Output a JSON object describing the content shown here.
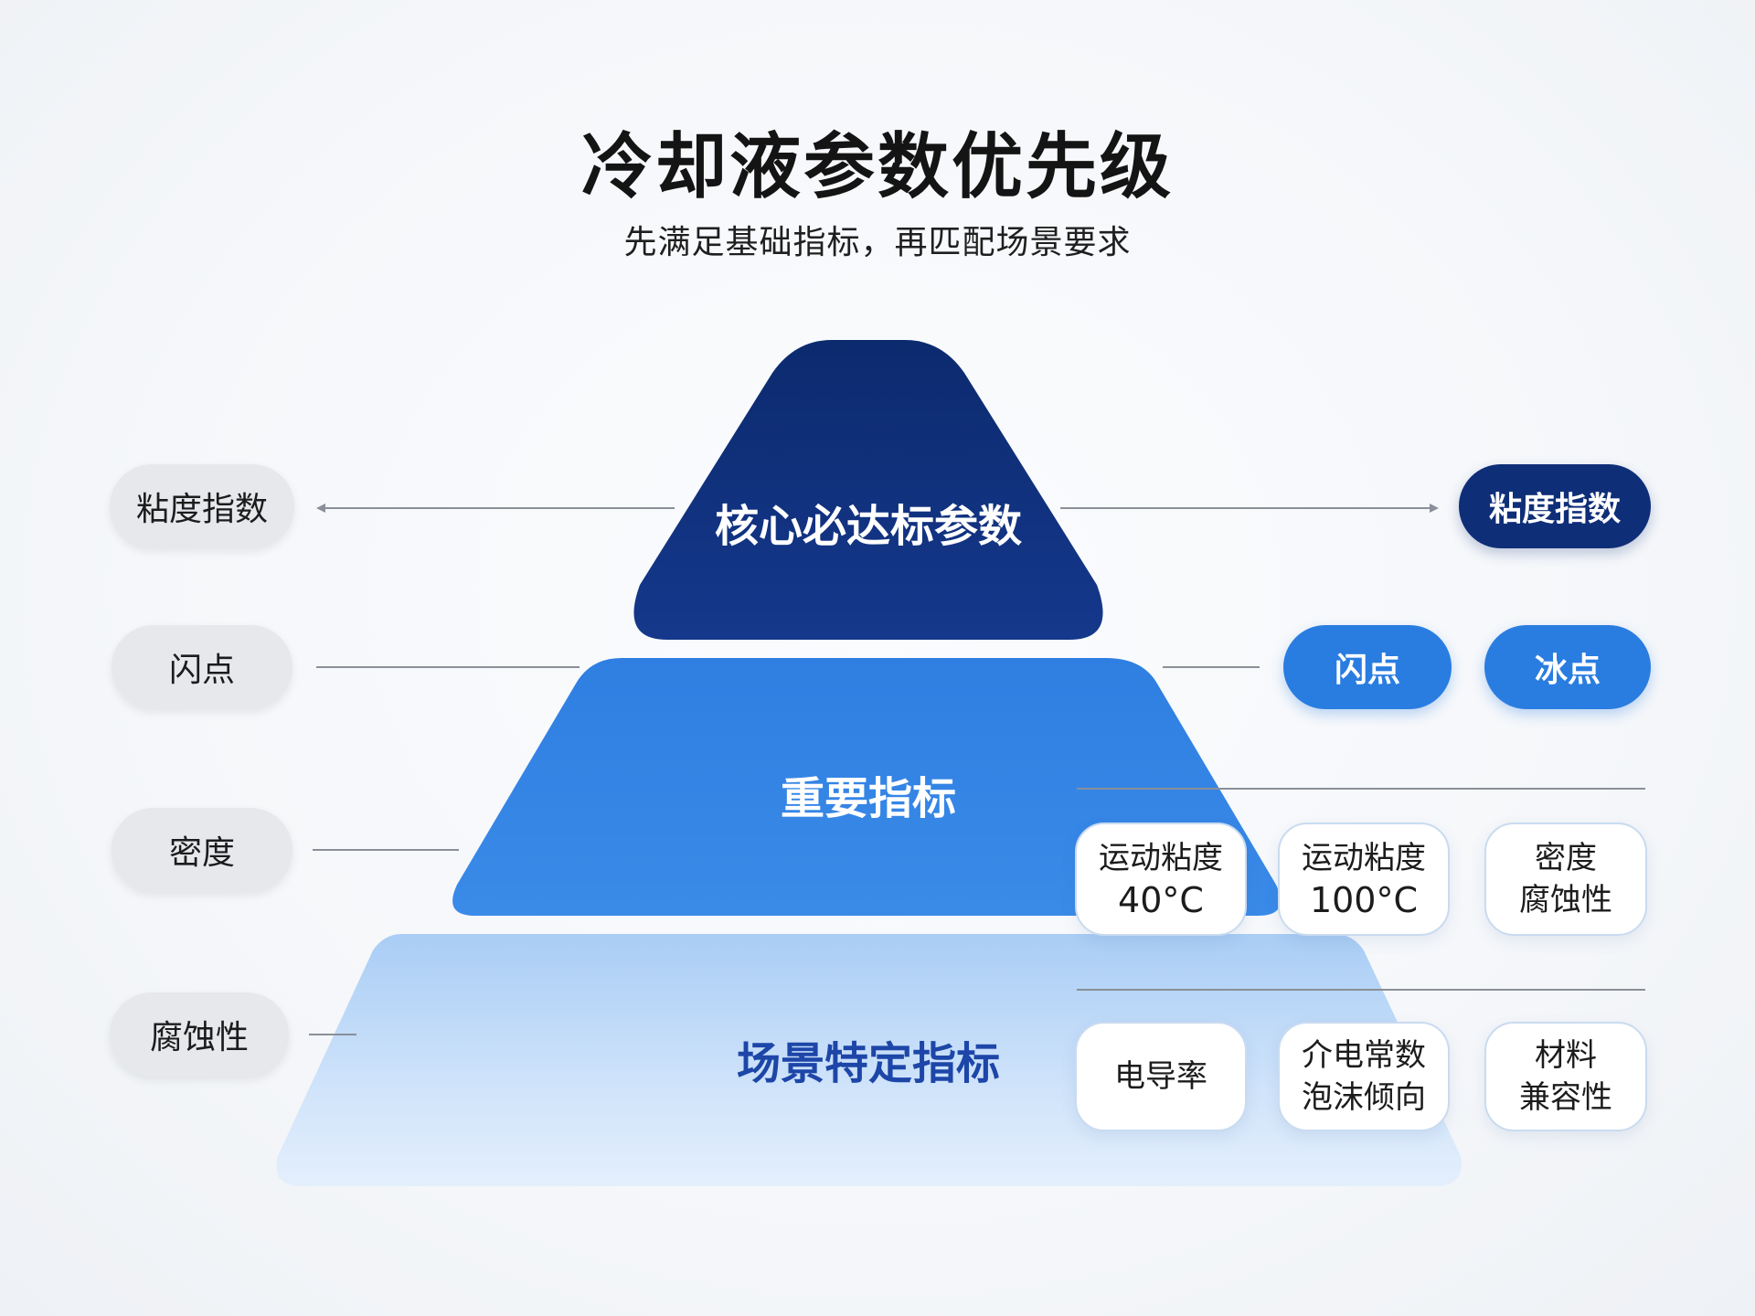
{
  "title": "冷却液参数优先级",
  "subtitle": "先满足基础指标，再匹配场景要求",
  "tiers": {
    "top": "核心必达标参数",
    "middle": "重要指标",
    "bottom": "场景特定指标"
  },
  "left_labels": [
    "粘度指数",
    "闪点",
    "密度",
    "腐蚀性"
  ],
  "right": {
    "top_pill": "粘度指数",
    "mid_pills": [
      "闪点",
      "冰点"
    ],
    "mid_cards": [
      {
        "line1": "运动粘度",
        "line2": "40°C"
      },
      {
        "line1": "运动粘度",
        "line2": "100°C"
      },
      {
        "line1": "密度",
        "line2": "腐蚀性"
      }
    ],
    "bottom_cards": [
      {
        "line1": "电导率",
        "line2": ""
      },
      {
        "line1": "介电常数",
        "line2": "泡沫倾向"
      },
      {
        "line1": "材料",
        "line2": "兼容性"
      }
    ]
  },
  "colors": {
    "navy": "#0f2e78",
    "blue": "#2a7de0",
    "light_blue": "#c2daf7"
  }
}
